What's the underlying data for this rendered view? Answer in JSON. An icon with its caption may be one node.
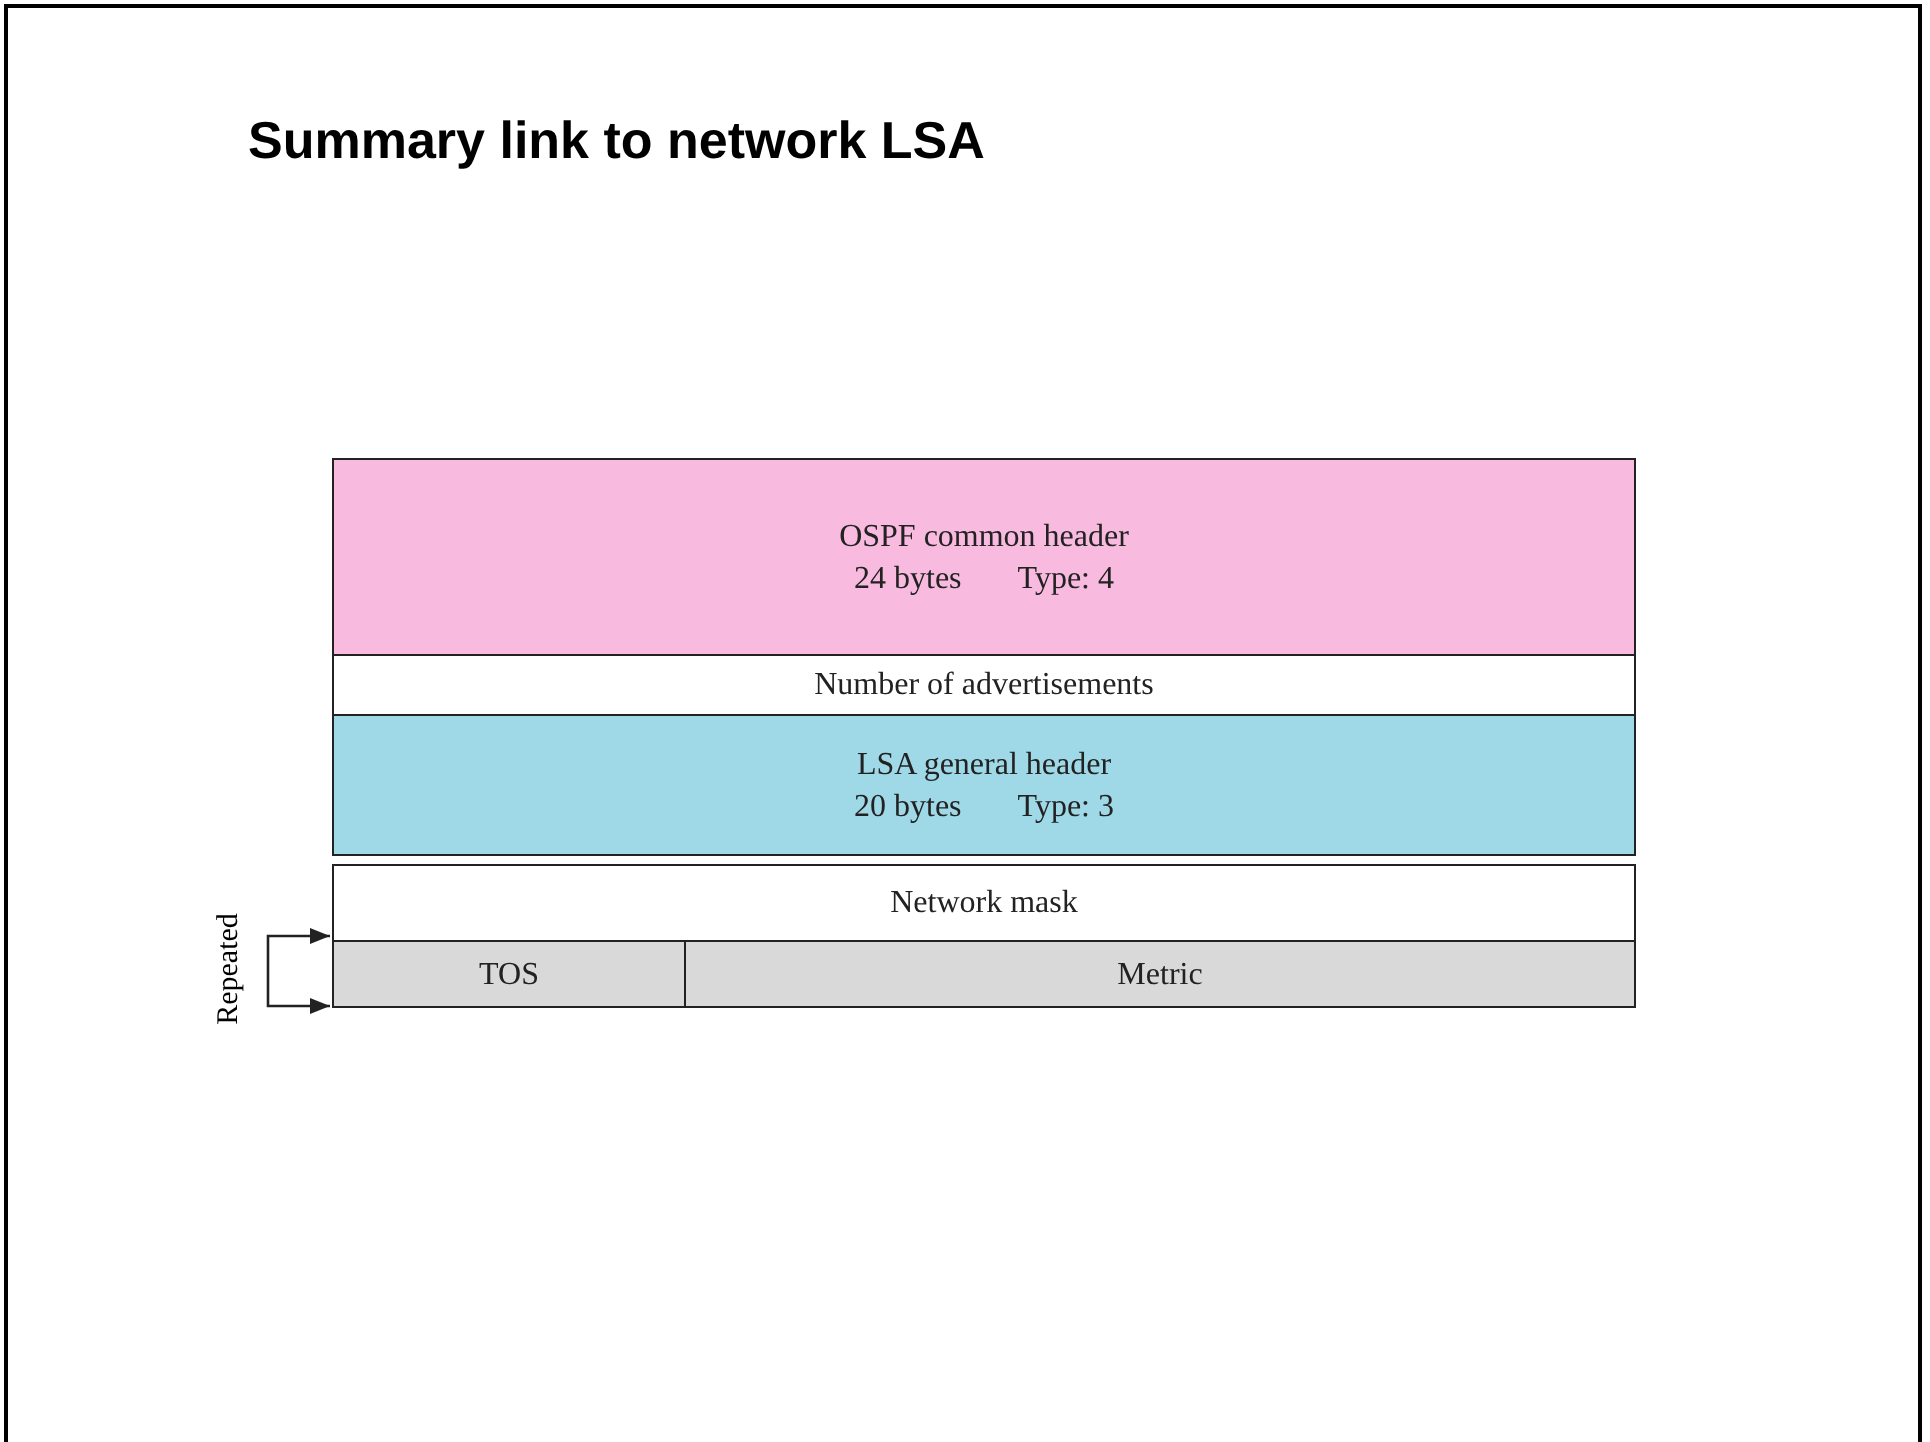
{
  "diagram": {
    "title": "Summary link to network LSA",
    "nodes": [
      {
        "text": [
          "OSPF common header",
          "24 bytes",
          "Type: 4"
        ]
      },
      {
        "text": [
          "Number of advertisements"
        ]
      },
      {
        "text": [
          "LSA general header",
          "20 bytes",
          "Type: 3"
        ]
      },
      {
        "text": [
          "Network mask"
        ]
      },
      {
        "text": [
          "TOS"
        ]
      },
      {
        "text": [
          "Metric"
        ]
      }
    ],
    "edges": [
      {
        "from": 4,
        "to": 4,
        "arrow": "both",
        "label": "Repeated"
      }
    ]
  }
}
